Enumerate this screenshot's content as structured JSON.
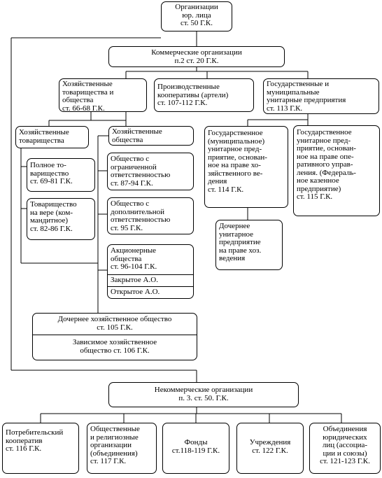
{
  "root": {
    "text": "Организации\nюр. лица\nст. 50 Г.К."
  },
  "commercial": {
    "text": "Коммерческие организации\nп.2 ст. 20 Г.К."
  },
  "partnerships_societies": {
    "text": "Хозяйственные\nтоварищества и\nобщества\nст. 66-68 Г.К."
  },
  "cooperatives": {
    "text": "Производственные\nкооперативы (артели)\nст. 107-112 Г.К."
  },
  "unitary": {
    "text": "Государственные и\nмуниципальные\nунитарные предприятия\nст. 113 Г.К."
  },
  "partnerships": {
    "text": "Хозяйственные\nтоварищества"
  },
  "societies": {
    "text": "Хозяйственные\nобщества"
  },
  "full_partnership": {
    "text": "Полное то-\nварищество\nст. 69-81 Г.К."
  },
  "limited_partnership": {
    "text": "Товарищество\nна вере (ком-\nмандитное)\nст. 82-86 Г.К."
  },
  "llc": {
    "text": "Общество с\nограниченной\nответственностью\nст. 87-94 Г.К."
  },
  "alc": {
    "text": "Общество с\nдополнительной\nответственностью\nст. 95 Г.К."
  },
  "jsc": {
    "title": "Акционерные\nобщества\nст. 96-104 Г.К.",
    "closed": "Закрытое А.О.",
    "open": "Открытое А.О."
  },
  "subsidiary_dependent": {
    "subsidiary": "Дочернее хозяйственное общество\nст. 105 Г.К.",
    "dependent": "Зависимое хозяйственное\nобщество     ст. 106 Г.К."
  },
  "econ_management": {
    "text": "Государственное\n(муниципальное)\nунитарное пред-\nприятие, основан-\nное на праве хо-\nзяйственного ве-\nдения\nст. 114 Г.К."
  },
  "operational_management": {
    "text": "Государственное\nунитарное пред-\nприятие, основан-\nное на праве опе-\nративного управ-\nления. (Федераль-\nное казенное\nпредприятие)\nст. 115 Г.К."
  },
  "subsidiary_unitary": {
    "text": "Дочернее\nунитарное\nпредприятие\nна праве хоз.\nведения"
  },
  "noncommercial": {
    "text": "Некоммерческие организации\nп. 3. ст. 50. Г.К."
  },
  "consumer_coop": {
    "text": "Потребительский\nкооператив\nст. 116 Г.К."
  },
  "religious": {
    "text": "Общественные\nи религиозные\nорганизации\n(объединения)\nст. 117 Г.К."
  },
  "funds": {
    "text": "Фонды\nст.118-119 Г.К."
  },
  "institutions": {
    "text": "Учреждения\nст. 122 Г.К."
  },
  "associations": {
    "text": "Объединения\nюридических\nлиц (ассоциа-\nции и союзы)\nст. 121-123 Г.К."
  }
}
